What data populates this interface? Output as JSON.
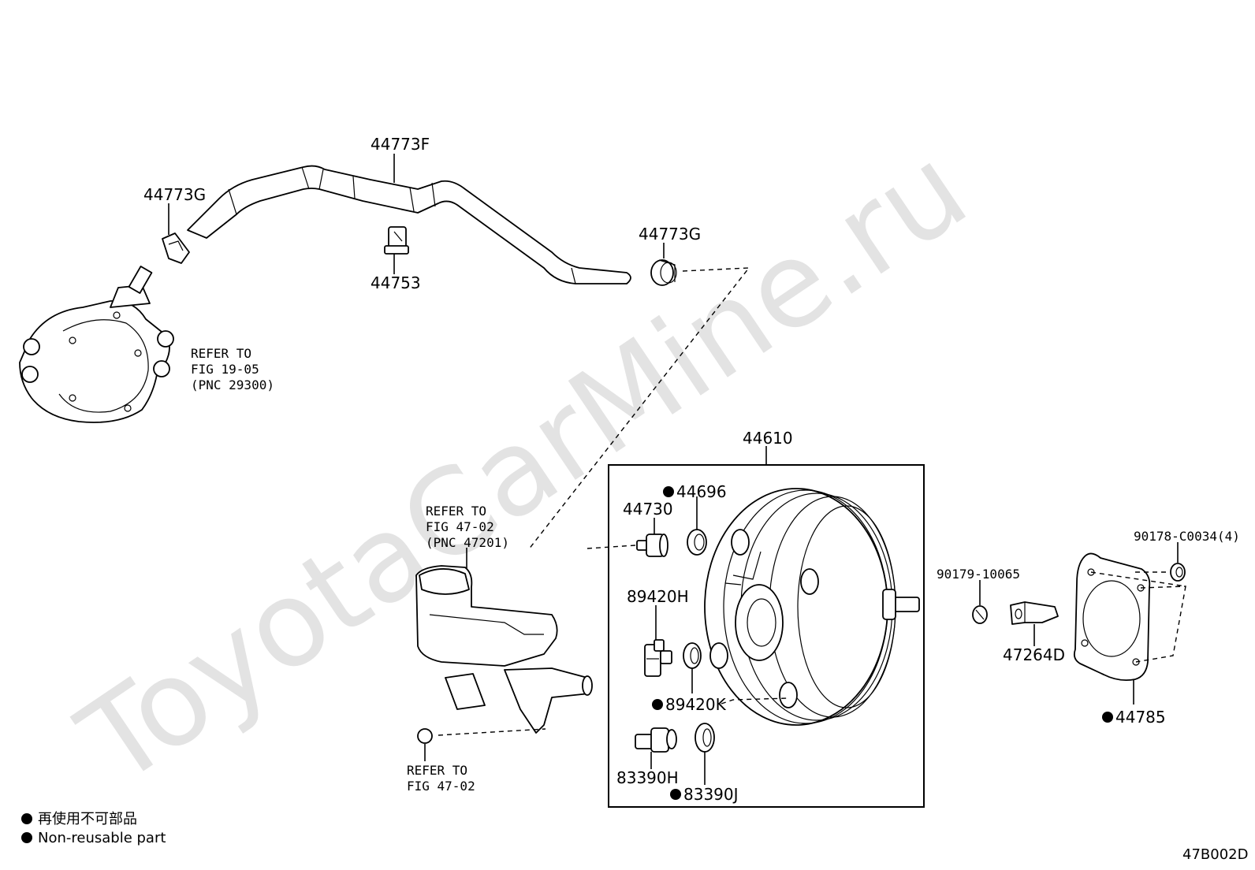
{
  "watermark": "ToyotaCarMine.ru",
  "diagram_code": "47B002D",
  "group_label": "44610",
  "parts": {
    "hose_main": "44773F",
    "clip_left": "44773G",
    "clip_right": "44773G",
    "clamp": "44753",
    "check_valve": "44730",
    "check_valve_grommet": "44696",
    "sensor_89420h": "89420H",
    "sensor_89420k": "89420K",
    "sensor_83390h": "83390H",
    "sensor_83390j": "83390J",
    "nut_90179": "90179-10065",
    "bracket_47264d": "47264D",
    "nut_90178": "90178-C0034(4)",
    "gasket_44785": "44785"
  },
  "refs": {
    "pump": [
      "REFER TO",
      "FIG 19-05",
      "(PNC 29300)"
    ],
    "master_cylinder": [
      "REFER TO",
      "FIG 47-02",
      "(PNC 47201)"
    ],
    "cap": [
      "REFER TO",
      "FIG 47-02"
    ]
  },
  "legend": {
    "jp": "再使用不可部品",
    "en": "Non-reusable part"
  },
  "icons": [
    "non-reusable-dot-icon"
  ]
}
